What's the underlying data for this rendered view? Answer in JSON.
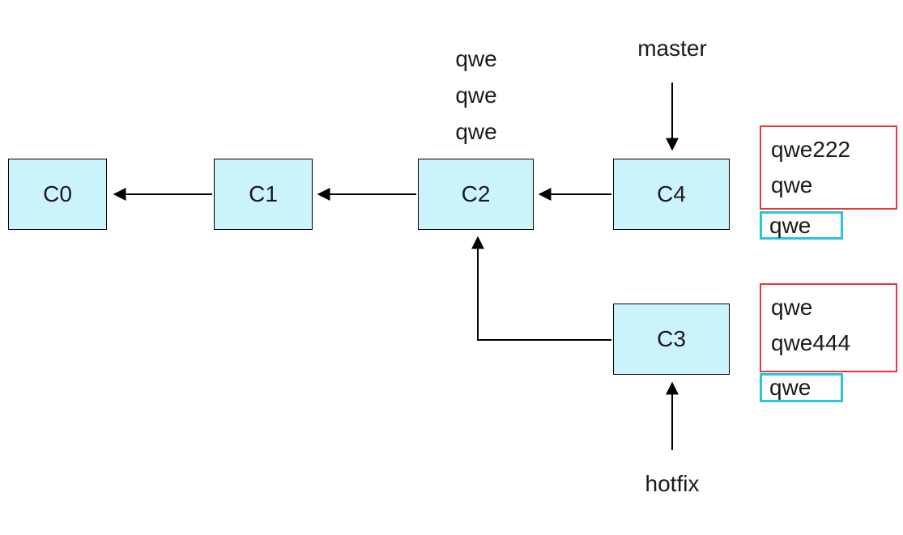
{
  "diagram": {
    "commits": {
      "c0": "C0",
      "c1": "C1",
      "c2": "C2",
      "c3": "C3",
      "c4": "C4"
    },
    "branches": {
      "master": "master",
      "hotfix": "hotfix"
    },
    "c2_note": [
      "qwe",
      "qwe",
      "qwe"
    ],
    "c4_annotation": {
      "red_box_lines": [
        "qwe222",
        "qwe"
      ],
      "cyan_box_label": "qwe"
    },
    "c3_annotation": {
      "red_box_lines": [
        "qwe",
        "qwe444"
      ],
      "cyan_box_label": "qwe"
    },
    "colors": {
      "node_fill": "#CBF3FA",
      "node_border": "#000000",
      "highlight_red": "#E53935",
      "highlight_cyan": "#2BC4D9"
    }
  }
}
